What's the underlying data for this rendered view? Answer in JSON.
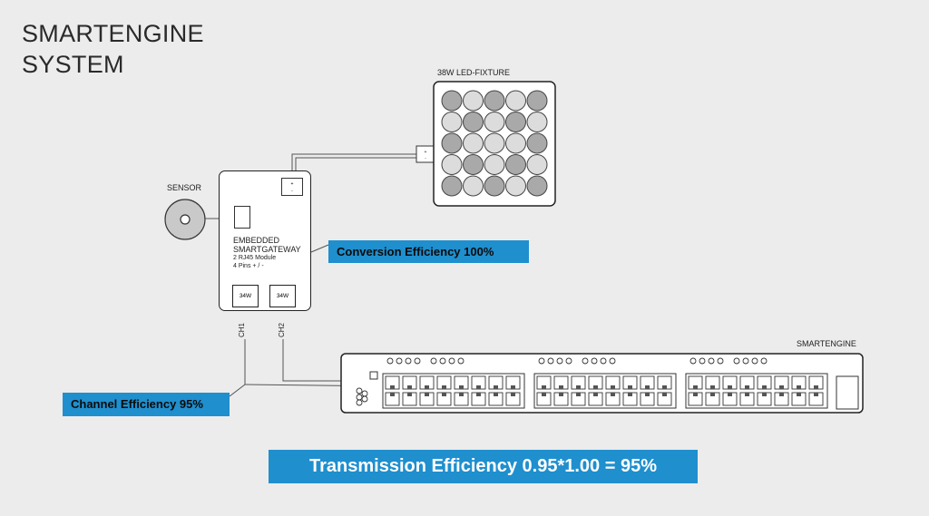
{
  "title": {
    "line1": "SMARTENGINE",
    "line2": "SYSTEM"
  },
  "fixture": {
    "label": "38W LED-FIXTURE"
  },
  "sensor": {
    "label": "SENSOR"
  },
  "gateway": {
    "line1": "EMBEDDED",
    "line2": "SMARTGATEWAY",
    "line3": "2 RJ45 Module",
    "line4": "4 Pins + / -",
    "port1": "34W",
    "port2": "34W"
  },
  "channels": {
    "ch1": "CH1",
    "ch2": "CH2"
  },
  "switch": {
    "label": "SMARTENGINE"
  },
  "callouts": {
    "conversion": "Conversion Efficiency 100%",
    "channel": "Channel Efficiency 95%",
    "transmission": "Transmission Efficiency 0.95*1.00 = 95%"
  },
  "colors": {
    "background": "#ececec",
    "callout_blue": "#1f8fce",
    "led_dark": "#a9a9a9",
    "led_light": "#dcdcdc"
  }
}
